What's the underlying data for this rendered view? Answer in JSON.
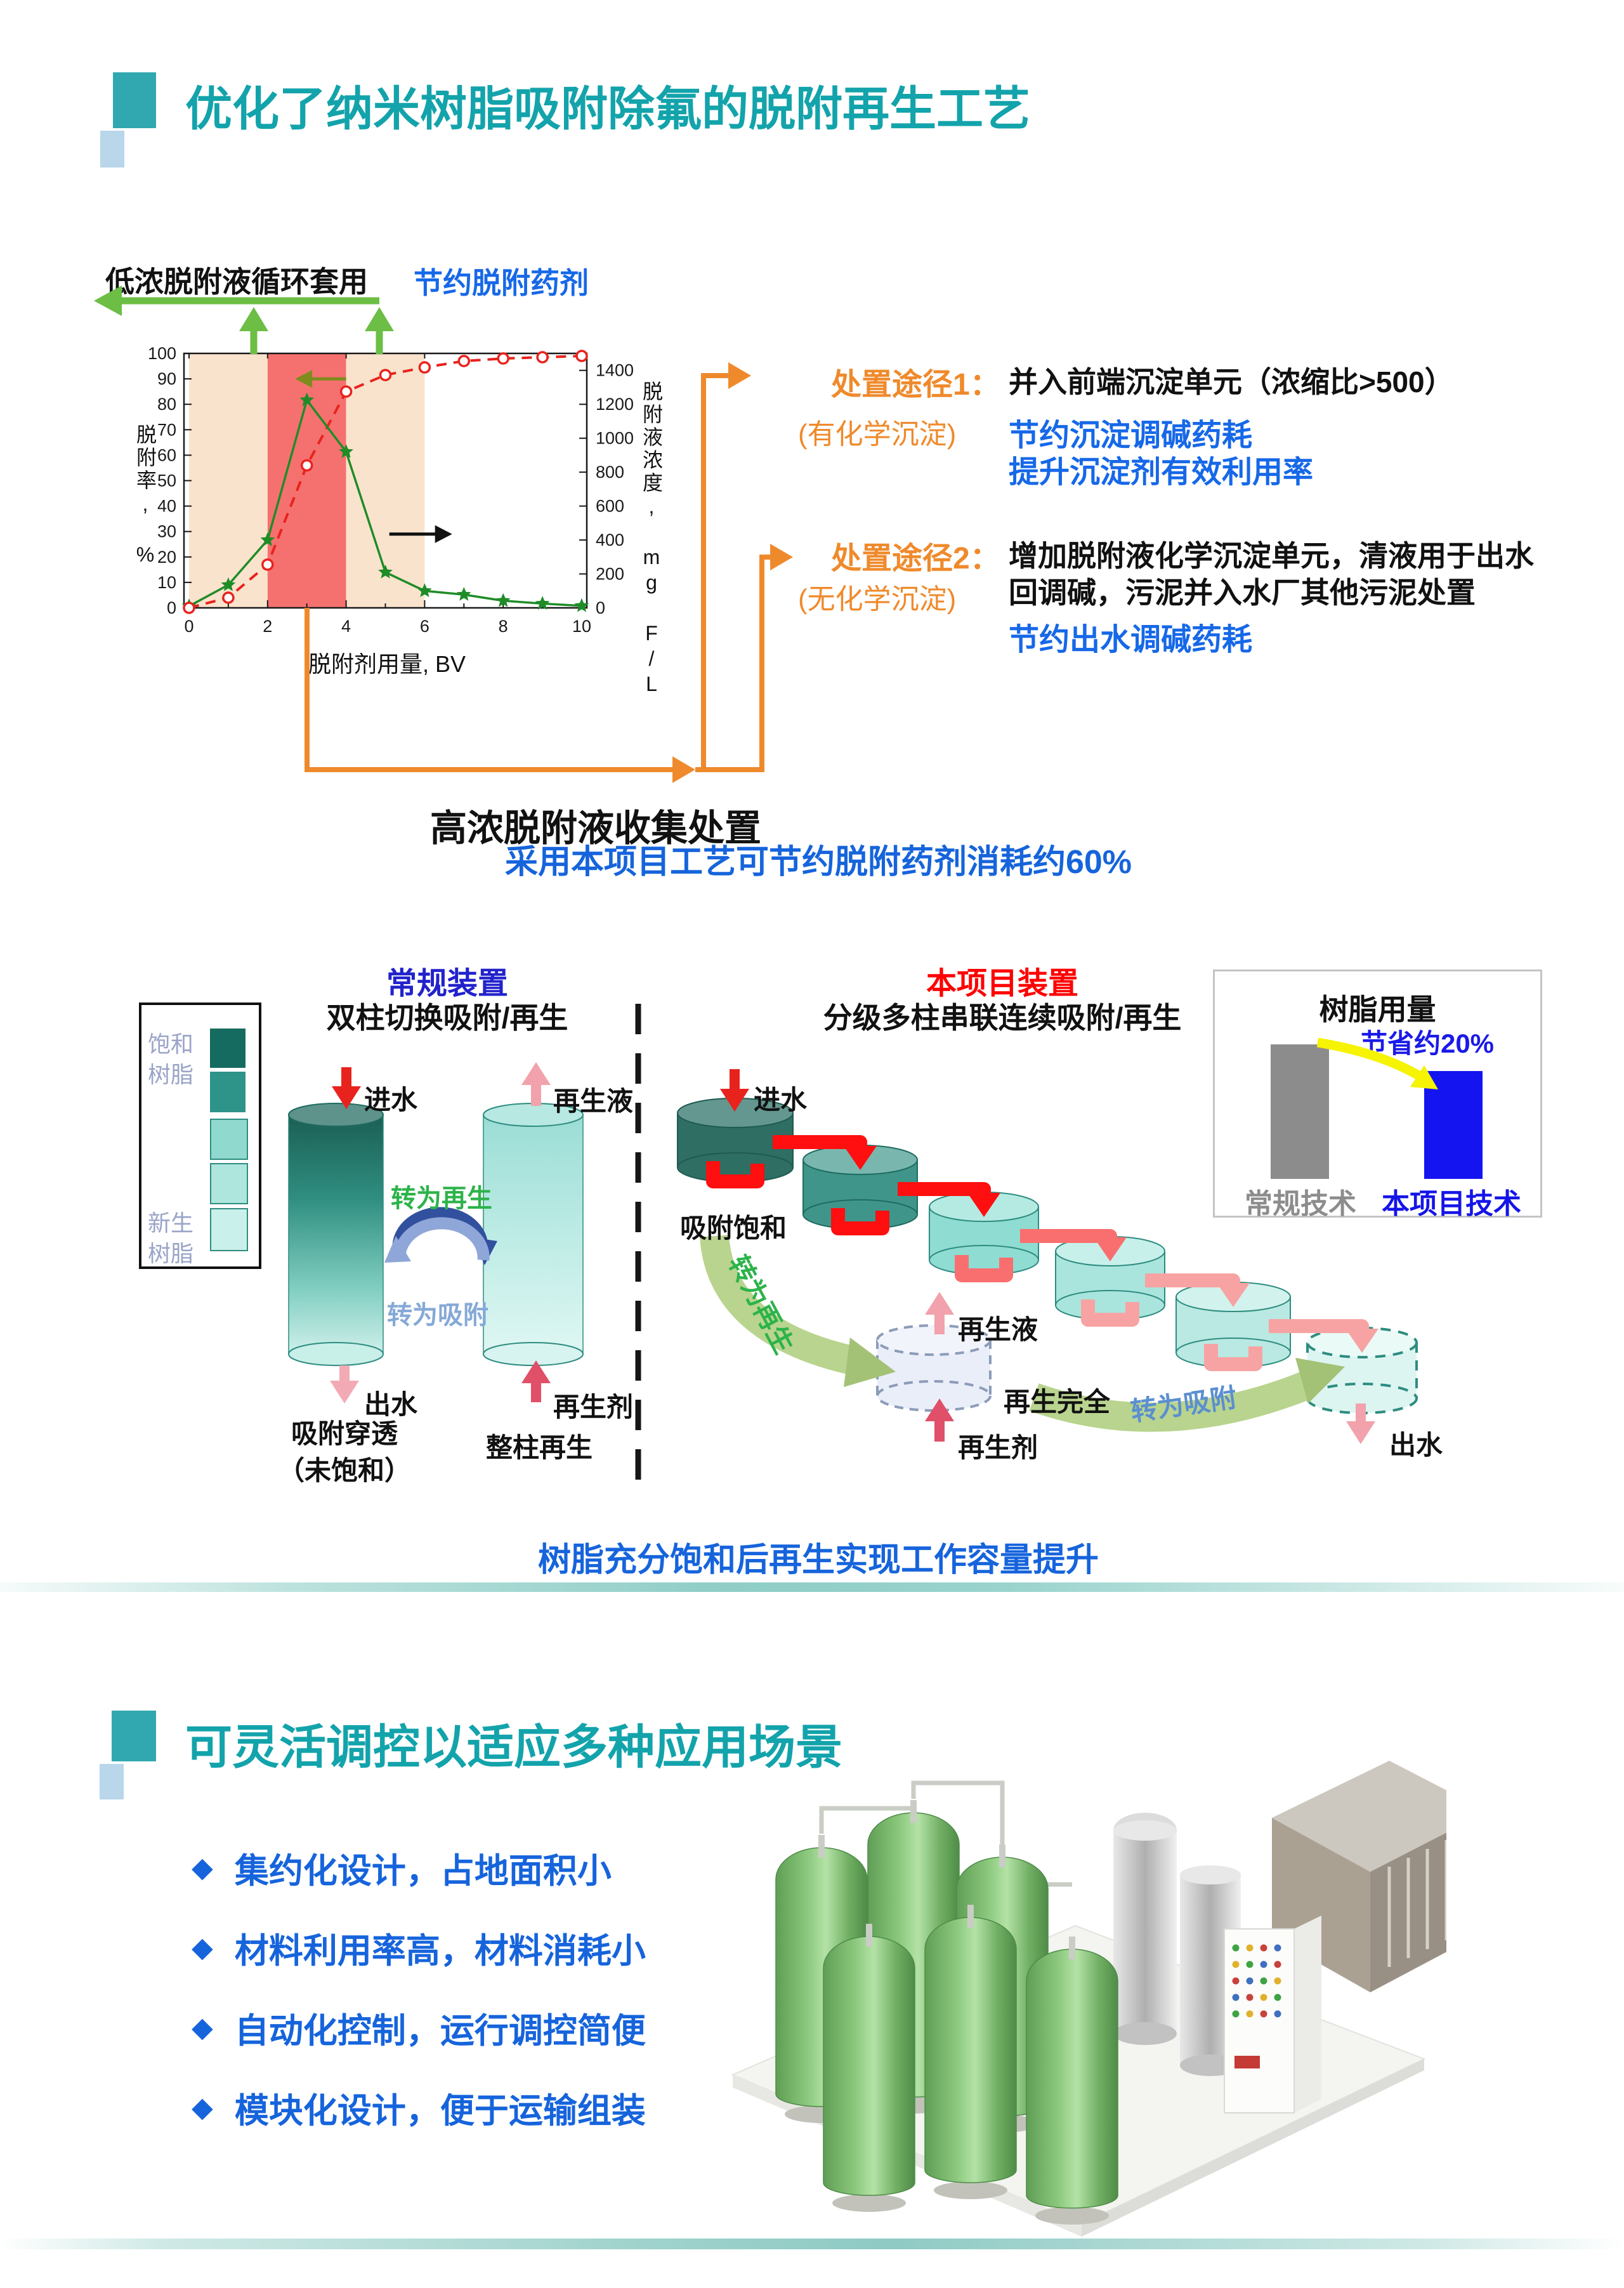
{
  "colors": {
    "heading_teal": "#13A3AB",
    "heading_square_teal": "#31A8B0",
    "heading_square_lightblue": "#B9D6EA",
    "blue_text": "#1664DC",
    "orange": "#EF8A2C",
    "red": "#E8231E",
    "green_series": "#1F8C28",
    "green_arrow": "#6CBE45",
    "olive_arrow": "#7E8C1E",
    "pink": "#F2A2AC",
    "crimson": "#E05068",
    "zone_peach": "#FAE3CD",
    "zone_red": "#F5716F",
    "bar_gray": "#8C8C8C",
    "bar_blue": "#1414F0",
    "divider_teal": "#8FCDC7"
  },
  "section1": {
    "title": "优化了纳米树脂吸附除氟的脱附再生工艺",
    "recycle_label": "低浓脱附液循环套用",
    "save_label": "节约脱附药剂",
    "collect_label": "高浓脱附液收集处置",
    "caption": "采用本项目工艺可节约脱附药剂消耗约60%",
    "route1_tag": "处置途径1：",
    "route1_desc": "并入前端沉淀单元（浓缩比>500）",
    "route1_sub": "(有化学沉淀)",
    "route1_benefit1": "节约沉淀调碱药耗",
    "route1_benefit2": "提升沉淀剂有效利用率",
    "route2_tag": "处置途径2：",
    "route2_desc1": "增加脱附液化学沉淀单元，清液用于出水",
    "route2_desc2": "回调碱，污泥并入水厂其他污泥处置",
    "route2_sub": "(无化学沉淀)",
    "route2_benefit": "节约出水调碱药耗"
  },
  "chart_data": [
    {
      "type": "line",
      "xlabel": "脱附剂用量, BV",
      "ylabel_left": "脱附率, %",
      "ylabel_right": "脱附液浓度, mg F/L",
      "xlim": [
        0,
        10
      ],
      "xticks": [
        0,
        2,
        4,
        6,
        8,
        10
      ],
      "ylim_left": [
        0,
        100
      ],
      "yticks_left": [
        0,
        10,
        20,
        30,
        40,
        50,
        60,
        70,
        80,
        90,
        100
      ],
      "ylim_right": [
        0,
        1500
      ],
      "yticks_right": [
        0,
        200,
        400,
        600,
        800,
        1000,
        1200,
        1400
      ],
      "x": [
        0,
        1,
        2,
        3,
        4,
        5,
        6,
        7,
        8,
        9,
        10
      ],
      "series": [
        {
          "name": "脱附率",
          "axis": "left",
          "marker": "open-circle",
          "line": "dashed",
          "color": "#E8231E",
          "values": [
            0,
            4,
            17,
            56,
            85,
            91.5,
            94.5,
            97,
            98,
            98.5,
            99
          ]
        },
        {
          "name": "脱附液浓度",
          "axis": "right",
          "marker": "star",
          "line": "solid",
          "color": "#1F8C28",
          "values": [
            10,
            135,
            400,
            1225,
            920,
            210,
            100,
            78,
            42,
            25,
            12
          ]
        }
      ],
      "zones": [
        {
          "from": 0,
          "to": 2,
          "color": "#FAE3CD"
        },
        {
          "from": 2,
          "to": 4,
          "color": "#F5716F"
        },
        {
          "from": 4,
          "to": 6,
          "color": "#FAE3CD"
        }
      ],
      "arrows": [
        {
          "x1": 4.0,
          "x2": 2.7,
          "y": 90,
          "axis": "left",
          "color": "#7E8C1E"
        },
        {
          "x1": 5.1,
          "x2": 6.7,
          "y": 29,
          "axis": "left",
          "color": "#111111"
        }
      ],
      "grid": false,
      "legend": "none"
    },
    {
      "type": "bar",
      "title": "树脂用量",
      "note": "节省约20%",
      "categories": [
        "常规技术",
        "本项目技术"
      ],
      "values": [
        100,
        80
      ],
      "bar_colors": [
        "#8C8C8C",
        "#1414F0"
      ]
    }
  ],
  "devices": {
    "left": {
      "title": "常规装置",
      "subtitle": "双柱切换吸附/再生",
      "legend_top": "饱和树脂",
      "legend_bottom": "新生树脂",
      "in": "进水",
      "regen_liquid": "再生液",
      "switch_regen": "转为再生",
      "switch_adsorb": "转为吸附",
      "out": "出水",
      "regen_agent": "再生剂",
      "col1_note1": "吸附穿透",
      "col1_note2": "（未饱和）",
      "col2_note": "整柱再生"
    },
    "right": {
      "title": "本项目装置",
      "subtitle": "分级多柱串联连续吸附/再生",
      "in": "进水",
      "saturated": "吸附饱和",
      "switch_regen": "转为再生",
      "regen_liquid": "再生液",
      "regen_done": "再生完全",
      "regen_agent": "再生剂",
      "switch_adsorb": "转为吸附",
      "out": "出水"
    },
    "caption": "树脂充分饱和后再生实现工作容量提升"
  },
  "section2": {
    "title": "可灵活调控以适应多种应用场景",
    "bullet_icon": "◆",
    "bullets": [
      "集约化设计，占地面积小",
      "材料利用率高，材料消耗小",
      "自动化控制，运行调控简便",
      "模块化设计，便于运输组装"
    ]
  }
}
